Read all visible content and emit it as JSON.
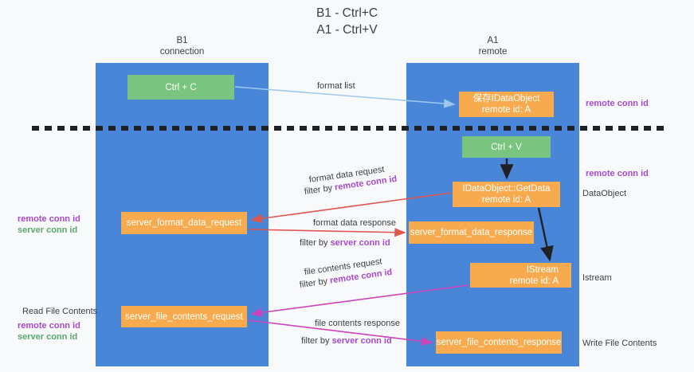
{
  "title": {
    "line1": "B1 - Ctrl+C",
    "line2": "A1 - Ctrl+V"
  },
  "lanes": [
    {
      "id": "b1",
      "name": "B1",
      "sublabel": "connection"
    },
    {
      "id": "a1",
      "name": "A1",
      "sublabel": "remote"
    }
  ],
  "nodes": {
    "ctrl_c": {
      "line1": "Ctrl + C",
      "color": "#79c47e"
    },
    "save_idataobject": {
      "line1": "保存IDataObject",
      "line2": "remote id: A",
      "color": "#f8ab4e"
    },
    "ctrl_v": {
      "line1": "Ctrl + V",
      "color": "#79c47e"
    },
    "getdata": {
      "line1": "IDataObject::GetData",
      "line2": "remote id: A",
      "color": "#f8ab4e"
    },
    "server_format_data_request": {
      "line1": "server_format_data_request",
      "color": "#f8ab4e"
    },
    "server_format_data_response": {
      "line1": "server_format_data_response",
      "color": "#f8ab4e"
    },
    "istream": {
      "line1": "IStream",
      "line2": "remote id: A",
      "color": "#f8ab4e"
    },
    "server_file_contents_request": {
      "line1": "server_file_contents_request",
      "color": "#f8ab4e"
    },
    "server_file_contents_response": {
      "line1": "server_file_contents_response",
      "color": "#f8ab4e"
    }
  },
  "edge_labels": {
    "format_list": "format list",
    "format_data_request": "format data request",
    "format_data_request_filter_prefix": "filter by ",
    "format_data_request_filter_id": "remote conn id",
    "format_data_response": "format data response",
    "format_data_response_filter_prefix": "filter by ",
    "format_data_response_filter_id": "server conn id",
    "file_contents_request": "file contents request",
    "file_contents_request_filter_prefix": "filter by ",
    "file_contents_request_filter_id": "remote conn id",
    "file_contents_response": "file contents response",
    "file_contents_response_filter_prefix": "filter by ",
    "file_contents_response_filter_id": "server conn id"
  },
  "annotations": {
    "remote_conn_id_top": "remote conn id",
    "remote_conn_id_mid": "remote conn id",
    "dataobject": "DataObject",
    "istream": "Istream",
    "write_file_contents": "Write File Contents",
    "read_file_contents": "Read File Contents",
    "left_remote_conn_id": "remote conn id",
    "left_server_conn_id": "server conn id",
    "left_remote_conn_id_2": "remote conn id",
    "left_server_conn_id_2": "server conn id"
  },
  "colors": {
    "lane": "#4a86d8",
    "green_node": "#79c47e",
    "orange_node": "#f8ab4e",
    "purple_text": "#a64ac9",
    "green_text": "#5aa96a",
    "arrow_light_blue": "#9cc8ee",
    "arrow_red": "#e0564f",
    "arrow_magenta": "#cc44bb",
    "arrow_black": "#202124",
    "background": "#f8f9fa"
  }
}
